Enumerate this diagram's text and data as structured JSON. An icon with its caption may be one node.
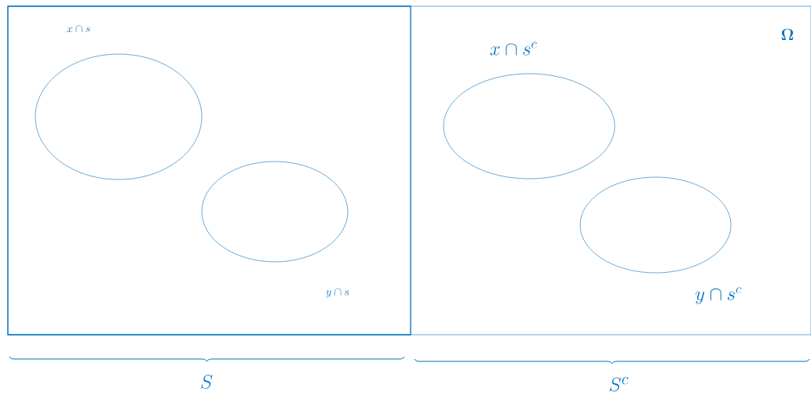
{
  "diagram": {
    "nodes": [
      {
        "text": [
          "\\Omega"
        ]
      },
      {
        "text": [],
        "shape": "box",
        "in": 0
      },
      {
        "text": [
          "x \\cap s"
        ],
        "in": 1
      },
      {
        "text": [
          "y \\cap s"
        ],
        "in": 1
      },
      {
        "text": [
          "x \\cap s^c"
        ],
        "in": 0
      },
      {
        "text": [
          "y \\cap s^c"
        ],
        "in": 0
      }
    ],
    "labels": [
      "S",
      "S^c"
    ]
  }
}
